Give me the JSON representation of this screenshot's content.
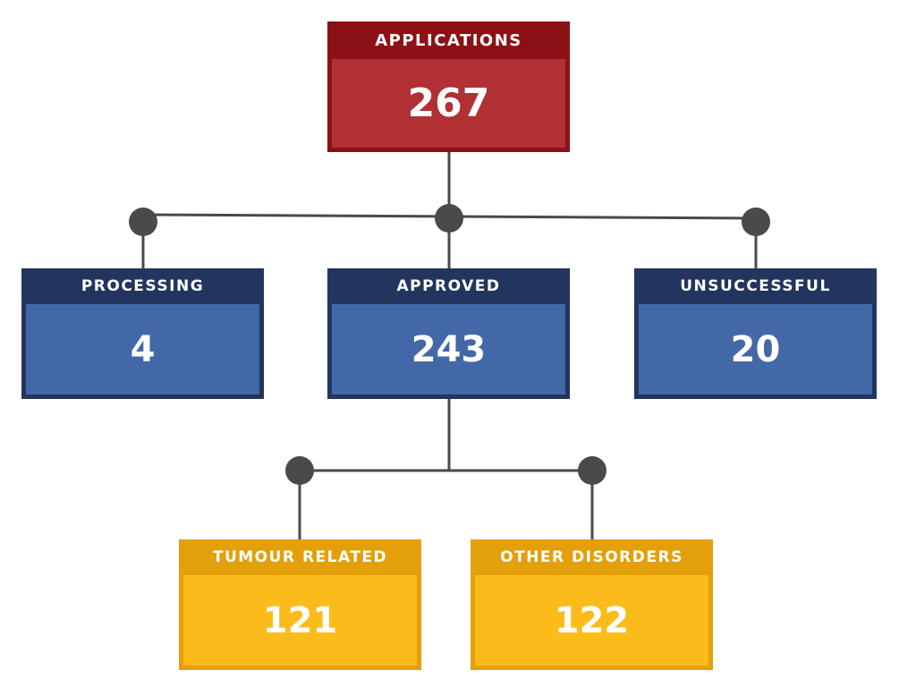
{
  "diagram": {
    "root": {
      "label": "APPLICATIONS",
      "value": "267"
    },
    "outcomes": [
      {
        "label": "PROCESSING",
        "value": "4"
      },
      {
        "label": "APPROVED",
        "value": "243"
      },
      {
        "label": "UNSUCCESSFUL",
        "value": "20"
      }
    ],
    "approved_breakdown": [
      {
        "label": "TUMOUR RELATED",
        "value": "121"
      },
      {
        "label": "OTHER DISORDERS",
        "value": "122"
      }
    ]
  },
  "colors": {
    "root_header": "#8b1116",
    "root_body": "#b03034",
    "outcome_header": "#22355e",
    "outcome_body": "#4268a8",
    "breakdown_header": "#e3a00b",
    "breakdown_body": "#fbbc1b",
    "connector": "#4a4a4a"
  }
}
